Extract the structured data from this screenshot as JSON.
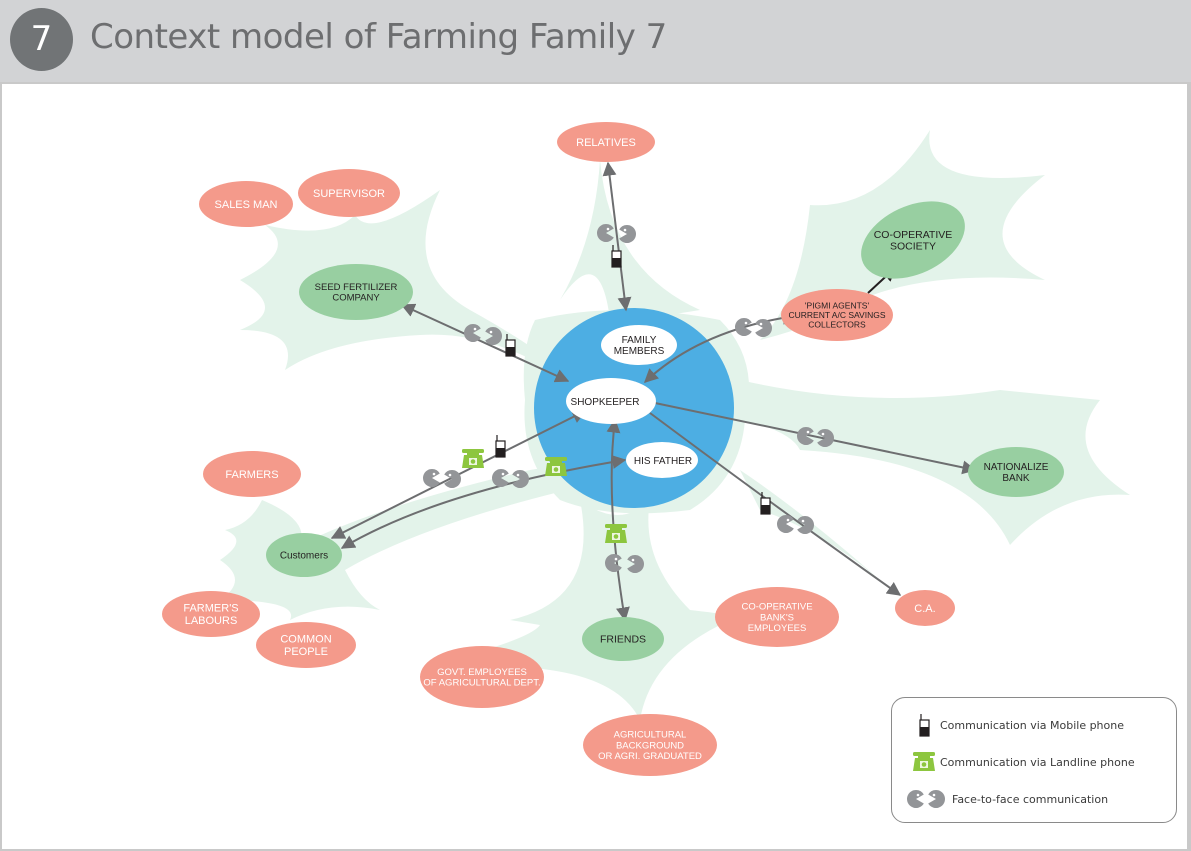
{
  "header": {
    "badge": "7",
    "title": "Context model of Farming Family 7"
  },
  "colors": {
    "header_bg": "#d2d3d5",
    "badge_bg": "#717476",
    "center_circle": "#4daee3",
    "green_node": "#98cfa1",
    "pink_node": "#f49a8b",
    "halo": "#e3f3ea",
    "arrow": "#6d6e70",
    "landline": "#8dc63f"
  },
  "center": {
    "inner_nodes": [
      {
        "id": "family",
        "lines": [
          "FAMILY",
          "MEMBERS"
        ]
      },
      {
        "id": "shopkeeper",
        "lines": [
          "SHOPKEEPER"
        ]
      },
      {
        "id": "father",
        "lines": [
          "HIS FATHER"
        ]
      }
    ]
  },
  "nodes": [
    {
      "id": "relatives",
      "type": "pink",
      "lines": [
        "RELATIVES"
      ]
    },
    {
      "id": "salesman",
      "type": "pink",
      "lines": [
        "SALES MAN"
      ]
    },
    {
      "id": "supervisor",
      "type": "pink",
      "lines": [
        "SUPERVISOR"
      ]
    },
    {
      "id": "seed",
      "type": "green",
      "lines": [
        "SEED FERTILIZER",
        "COMPANY"
      ]
    },
    {
      "id": "coop_society",
      "type": "green",
      "lines": [
        "CO-OPERATIVE",
        "SOCIETY"
      ]
    },
    {
      "id": "pigmi",
      "type": "pink-dark",
      "lines": [
        "'PIGMI AGENTS'",
        "CURRENT A/C SAVINGS",
        "COLLECTORS"
      ]
    },
    {
      "id": "nat_bank",
      "type": "green",
      "lines": [
        "NATIONALIZE",
        "BANK"
      ]
    },
    {
      "id": "ca",
      "type": "pink",
      "lines": [
        "C.A."
      ]
    },
    {
      "id": "farmers",
      "type": "pink",
      "lines": [
        "FARMERS"
      ]
    },
    {
      "id": "customers",
      "type": "green",
      "lines": [
        "Customers"
      ]
    },
    {
      "id": "labours",
      "type": "pink",
      "lines": [
        "FARMER'S",
        "LABOURS"
      ]
    },
    {
      "id": "common",
      "type": "pink",
      "lines": [
        "COMMON",
        "PEOPLE"
      ]
    },
    {
      "id": "friends",
      "type": "green",
      "lines": [
        "FRIENDS"
      ]
    },
    {
      "id": "govt",
      "type": "pink",
      "lines": [
        "GOVT.  EMPLOYEES",
        "OF AGRICULTURAL DEPT."
      ]
    },
    {
      "id": "coop_bank",
      "type": "pink",
      "lines": [
        "CO-OPERATIVE",
        "BANK'S",
        "EMPLOYEES"
      ]
    },
    {
      "id": "agri",
      "type": "pink",
      "lines": [
        "AGRICULTURAL",
        "BACKGROUND",
        "OR AGRI. GRADUATED"
      ]
    }
  ],
  "edges": [
    {
      "from": "shopkeeper",
      "to": "relatives",
      "channels": [
        "face-to-face",
        "mobile"
      ],
      "direction": "both"
    },
    {
      "from": "shopkeeper",
      "to": "seed",
      "channels": [
        "face-to-face",
        "mobile"
      ],
      "direction": "both"
    },
    {
      "from": "shopkeeper",
      "to": "pigmi",
      "channels": [
        "face-to-face"
      ],
      "direction": "both"
    },
    {
      "from": "pigmi",
      "to": "coop_society",
      "channels": [],
      "direction": "forward"
    },
    {
      "from": "shopkeeper",
      "to": "nat_bank",
      "channels": [
        "face-to-face"
      ],
      "direction": "forward"
    },
    {
      "from": "shopkeeper",
      "to": "ca",
      "channels": [
        "mobile",
        "face-to-face"
      ],
      "direction": "forward"
    },
    {
      "from": "customers",
      "to": "shopkeeper",
      "channels": [
        "face-to-face",
        "landline",
        "mobile"
      ],
      "direction": "both"
    },
    {
      "from": "customers",
      "to": "father",
      "channels": [
        "face-to-face",
        "landline"
      ],
      "direction": "both"
    },
    {
      "from": "friends",
      "to": "shopkeeper",
      "channels": [
        "landline",
        "face-to-face"
      ],
      "direction": "both"
    }
  ],
  "legend": {
    "items": [
      {
        "icon": "mobile-phone",
        "label": "Communication via Mobile phone"
      },
      {
        "icon": "landline-phone",
        "label": "Communication via Landline phone"
      },
      {
        "icon": "face-to-face",
        "label": "Face-to-face communication"
      }
    ]
  }
}
